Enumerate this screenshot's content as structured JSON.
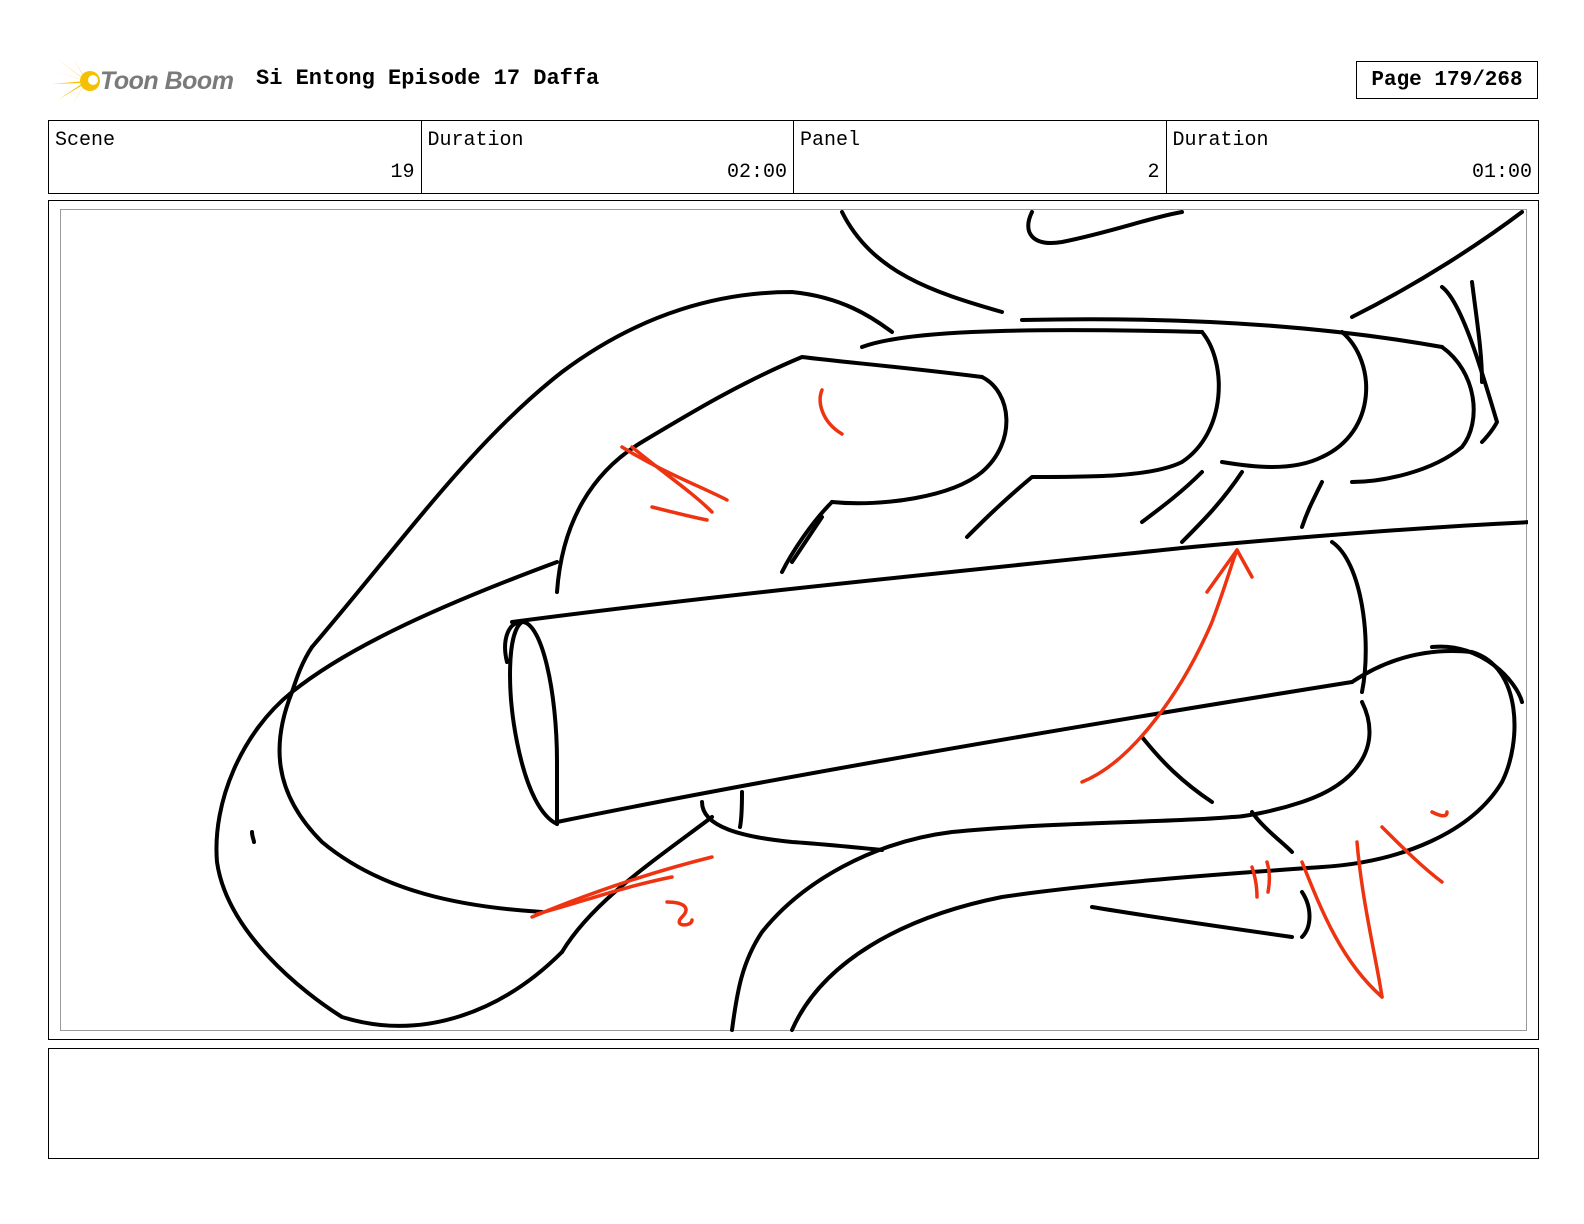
{
  "header": {
    "logo_text": "Toon Boom",
    "title": "Si Entong Episode 17 Daffa",
    "page": "Page 179/268"
  },
  "info": {
    "scene_label": "Scene",
    "scene_value": "19",
    "scene_duration_label": "Duration",
    "scene_duration_value": "02:00",
    "panel_label": "Panel",
    "panel_value": "2",
    "panel_duration_label": "Duration",
    "panel_duration_value": "01:00"
  },
  "colors": {
    "sketch_line": "#000000",
    "annotation": "#ee3311",
    "logo_burst": "#f5c000"
  },
  "icons": {
    "logo": "toon-boom-burst-icon"
  }
}
